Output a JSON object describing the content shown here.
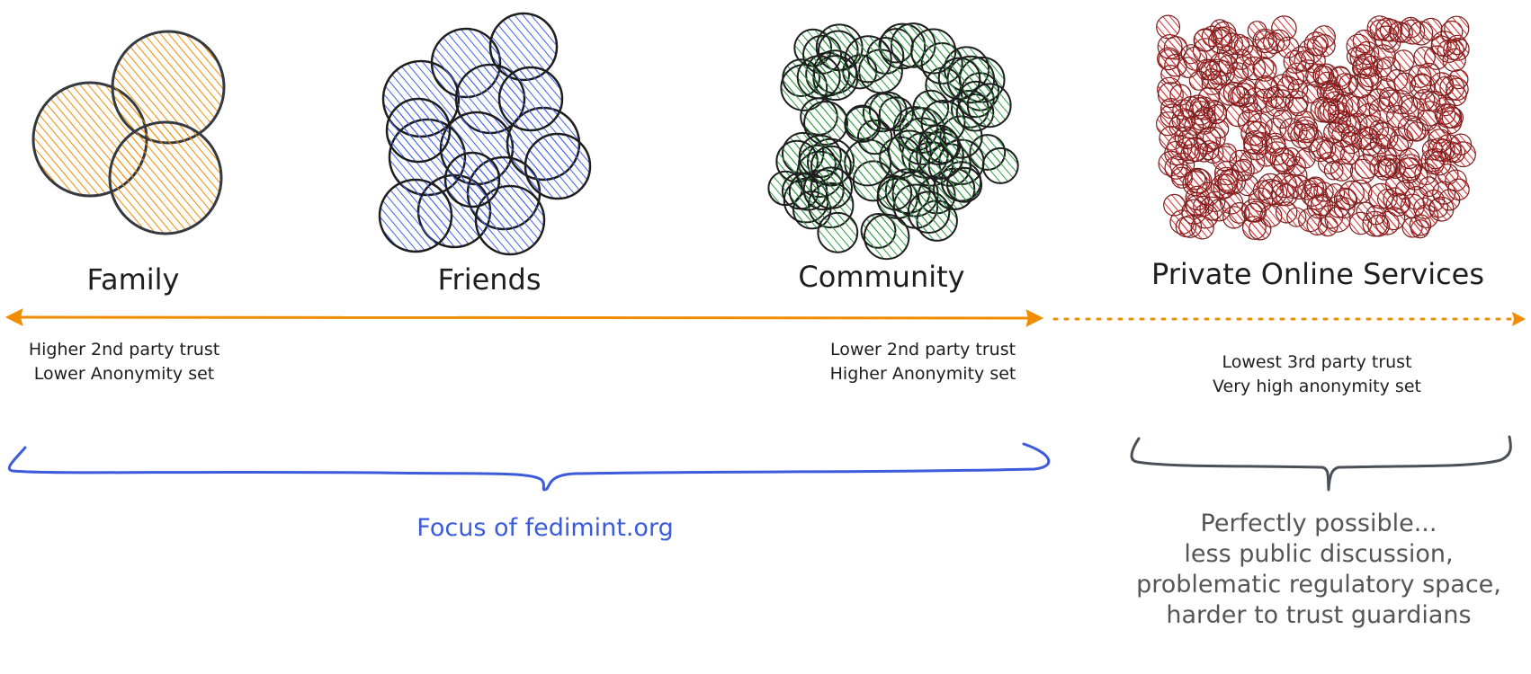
{
  "groups": [
    {
      "label": "Family",
      "color": "#f08c00",
      "stroke": "#343a40",
      "fill": "#f5a545"
    },
    {
      "label": "Friends",
      "color": "#4263eb",
      "stroke": "#1e1e1e",
      "fill": "#5a79ee"
    },
    {
      "label": "Community",
      "color": "#2f9e44",
      "stroke": "#1e1e1e",
      "fill": "#3a8f4a"
    },
    {
      "label": "Private Online Services",
      "color": "#e03131",
      "stroke": "#7a1f1f",
      "fill": "#e0545a"
    }
  ],
  "axis": {
    "color": "#f08c00"
  },
  "notes": {
    "family": [
      "Higher 2nd party trust",
      "Lower Anonymity set"
    ],
    "community": [
      "Lower 2nd party trust",
      "Higher Anonymity set"
    ],
    "services": [
      "Lowest 3rd party trust",
      "Very high anonymity set"
    ]
  },
  "focus": {
    "text": "Focus of fedimint.org",
    "color": "#3b5bdb"
  },
  "caveat": {
    "lines": [
      "Perfectly possible...",
      "less public discussion,",
      "problematic regulatory space,",
      "harder to trust guardians"
    ],
    "color": "#495057"
  }
}
